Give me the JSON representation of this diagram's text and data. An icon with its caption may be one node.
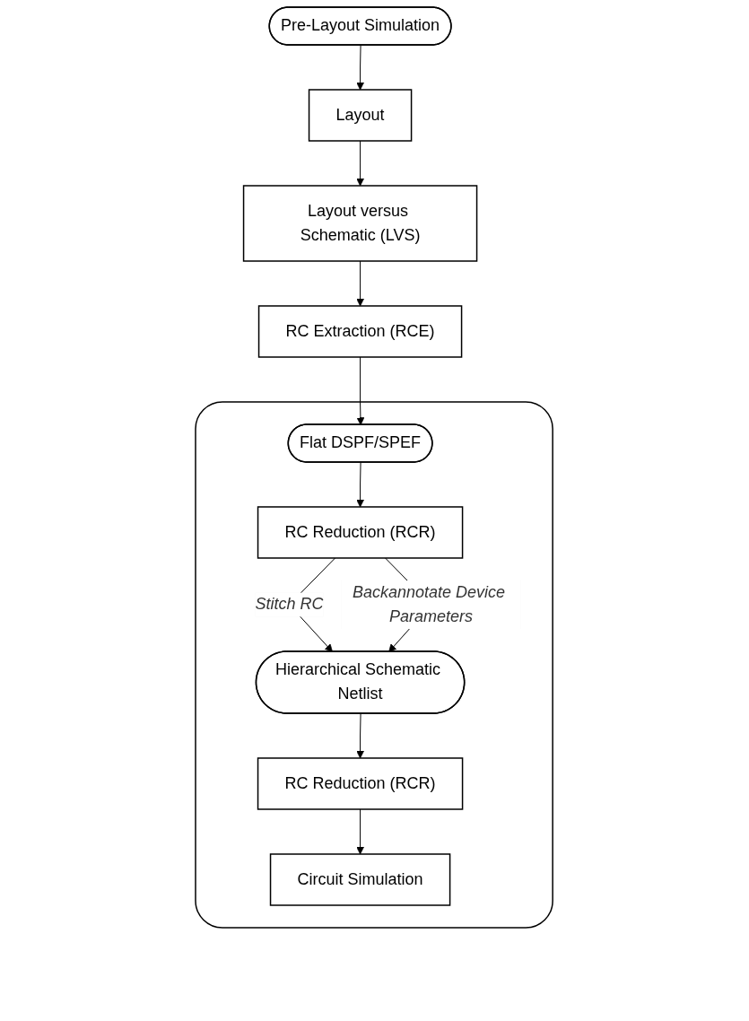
{
  "diagram": {
    "nodes": [
      {
        "text": [
          "Pre-Layout Simulation"
        ]
      },
      {
        "text": [
          "Layout"
        ]
      },
      {
        "text": [
          "Layout versus Schematic (LVS)"
        ]
      },
      {
        "text": [
          "RC Extraction (RCE)"
        ]
      },
      {
        "text": [],
        "shape": "box"
      },
      {
        "text": [
          "Flat DSPF/SPEF"
        ],
        "in": 4
      },
      {
        "text": [
          "RC Reduction (RCR)"
        ],
        "in": 4
      },
      {
        "text": [
          "Hierarchical Schematic Netlist"
        ],
        "in": 4
      },
      {
        "text": [
          "RC Reduction (RCR)"
        ],
        "in": 4
      },
      {
        "text": [
          "Circuit Simulation"
        ],
        "in": 4
      }
    ],
    "edges": [
      {
        "from": 0,
        "to": 1,
        "arrow": "to"
      },
      {
        "from": 1,
        "to": 2,
        "arrow": "to"
      },
      {
        "from": 2,
        "to": 3,
        "arrow": "to"
      },
      {
        "from": 3,
        "to": 5,
        "arrow": "to"
      },
      {
        "from": 5,
        "to": 6,
        "arrow": "to"
      },
      {
        "from": 6,
        "to": 7,
        "label": "Stitch RC",
        "arrow": "to"
      },
      {
        "from": 6,
        "to": 7,
        "label": "Backannotate Device Parameters",
        "arrow": "to"
      },
      {
        "from": 7,
        "to": 8,
        "arrow": "to"
      },
      {
        "from": 8,
        "to": 9,
        "arrow": "to"
      }
    ]
  }
}
